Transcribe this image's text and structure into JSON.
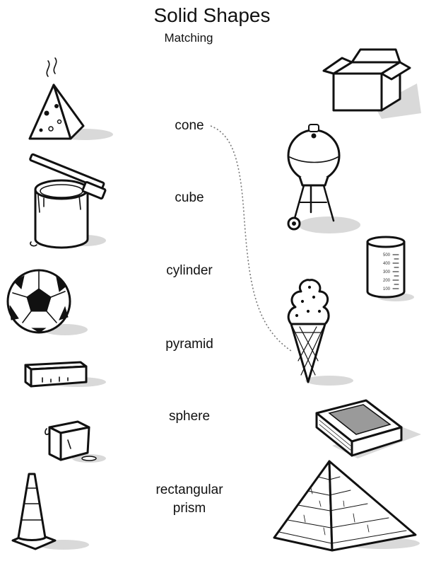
{
  "header": {
    "title": "Solid Shapes",
    "subtitle": "Matching"
  },
  "words": {
    "cone": "cone",
    "cube": "cube",
    "cylinder": "cylinder",
    "pyramid": "pyramid",
    "sphere": "sphere",
    "rect_line1": "rectangular",
    "rect_line2": "prism"
  },
  "beaker_ticks": [
    "500",
    "400",
    "300",
    "200",
    "100"
  ],
  "left_pictures": [
    "cheese-wedge-pyramid",
    "paint-can-cylinder",
    "soccer-ball-sphere",
    "eraser-rectangular-prism",
    "ice-cube",
    "traffic-cone"
  ],
  "right_pictures": [
    "cardboard-box-cube",
    "kettle-grill-sphere",
    "measuring-beaker-cylinder",
    "ice-cream-cone",
    "book-rectangular-prism",
    "stone-pyramid"
  ],
  "example_match": {
    "word": "cone",
    "picture": "ice-cream-cone"
  }
}
